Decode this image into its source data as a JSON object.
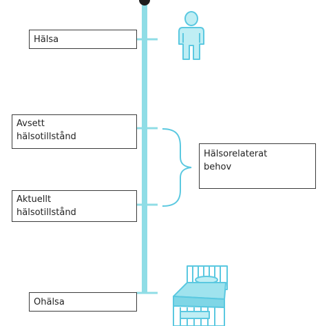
{
  "colors": {
    "axis": "#8fdde6",
    "icon": "#5ac8e0",
    "icon_light": "#bfeef4",
    "brace": "#5ac8e0",
    "border": "#3a3a3a",
    "text": "#222222"
  },
  "icons": {
    "top": "person-icon",
    "bottom": "hospital-bed-icon"
  },
  "labels": {
    "halsa": "Hälsa",
    "avsett_line1": "Avsett",
    "avsett_line2": "hälsotillstånd",
    "aktuellt_line1": "Aktuellt",
    "aktuellt_line2": "hälsotillstånd",
    "ohalsa": "Ohälsa",
    "behov_line1": "Hälsorelaterat",
    "behov_line2": "behov"
  }
}
